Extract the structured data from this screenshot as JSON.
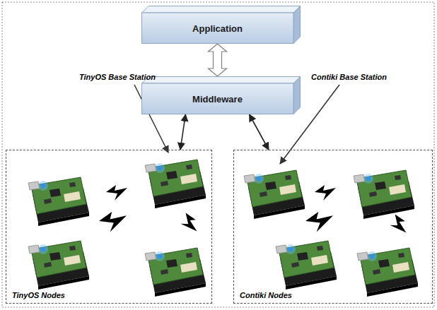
{
  "diagram": {
    "nodes": [
      {
        "text": [
          "Application"
        ]
      },
      {
        "text": [
          "Middleware"
        ]
      },
      {
        "text": [
          "TinyOS Nodes"
        ]
      },
      {
        "text": [
          "Contiki Nodes"
        ]
      }
    ],
    "edges": [
      {
        "from": 0,
        "to": 1,
        "arrow": "both"
      },
      {
        "from": 1,
        "to": 2,
        "arrow": "both"
      },
      {
        "from": 1,
        "to": 3,
        "arrow": "both"
      }
    ],
    "labels": [
      "TinyOS Base Station",
      "Contiki Base Station"
    ]
  }
}
